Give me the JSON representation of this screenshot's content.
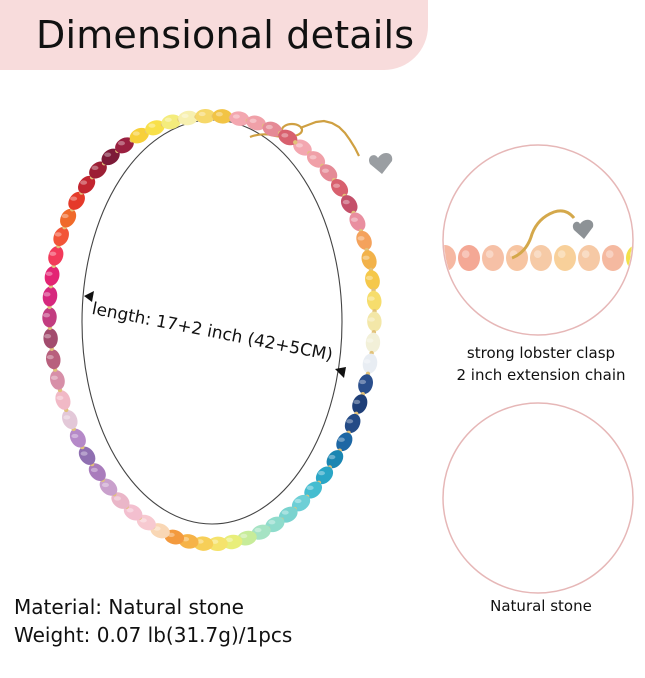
{
  "title": "Dimensional details",
  "length_label": "length: 17+2 inch (42+5CM)",
  "callouts": [
    {
      "lines": [
        "strong lobster clasp",
        "2 inch extension chain"
      ]
    },
    {
      "lines": [
        "Natural stone"
      ]
    }
  ],
  "specs": {
    "material": "Material: Natural stone",
    "weight": "Weight: 0.07 lb(31.7g)/1pcs"
  },
  "colors": {
    "banner": "#f8dcdc",
    "gold": "#d4a84b",
    "circle_border": "#e6b7b7"
  }
}
